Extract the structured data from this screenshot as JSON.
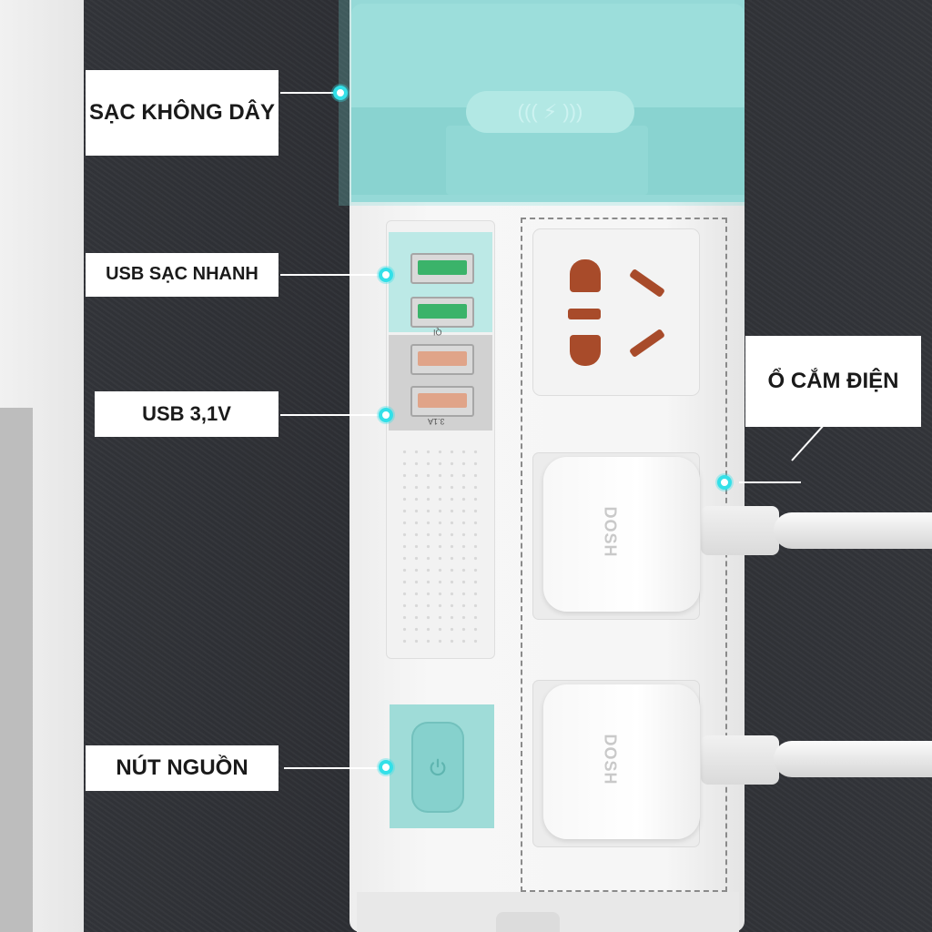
{
  "labels": {
    "wireless": "SẠC KHÔNG DÂY",
    "usb_fast": "USB SẠC NHANH",
    "usb_31": "USB 3,1V",
    "socket": "Ổ CẮM ĐIỆN",
    "power": "NÚT NGUỒN"
  },
  "device": {
    "qc_tag": "QI",
    "usb_tag": "3.1A",
    "plug_brand": "DOSH",
    "wireless_symbol": "((( ⚡ )))"
  },
  "colors": {
    "accent": "#33e0e8",
    "pad": "#a9dfdc",
    "fast_port": "#3bb36a",
    "normal_port": "#e0a489"
  }
}
